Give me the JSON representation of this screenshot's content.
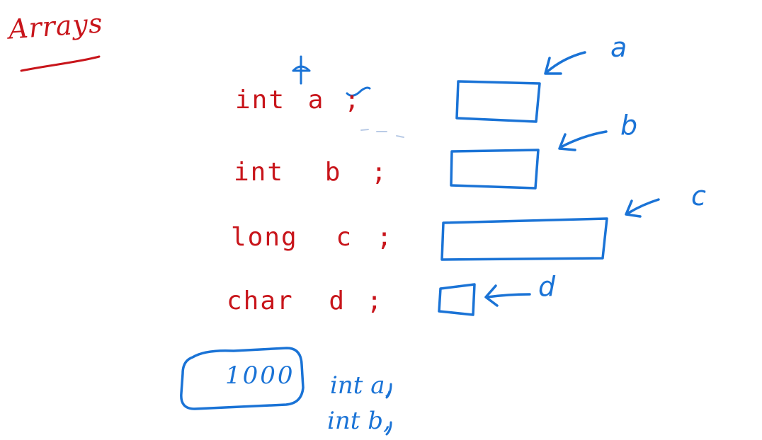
{
  "title": "Arrays",
  "declarations": [
    {
      "type": "int",
      "name": "a",
      "semi": ";"
    },
    {
      "type": "int",
      "name": "b",
      "semi": ";"
    },
    {
      "type": "long",
      "name": "c",
      "semi": ";"
    },
    {
      "type": "char",
      "name": "d",
      "semi": ";"
    }
  ],
  "memory_labels": [
    "a",
    "b",
    "c",
    "d"
  ],
  "boxed_value": "1000",
  "notes": [
    "int a,",
    "int b,"
  ],
  "colors": {
    "red_ink": "#c8151b",
    "blue_ink": "#1a73d6",
    "background": "#ffffff"
  }
}
